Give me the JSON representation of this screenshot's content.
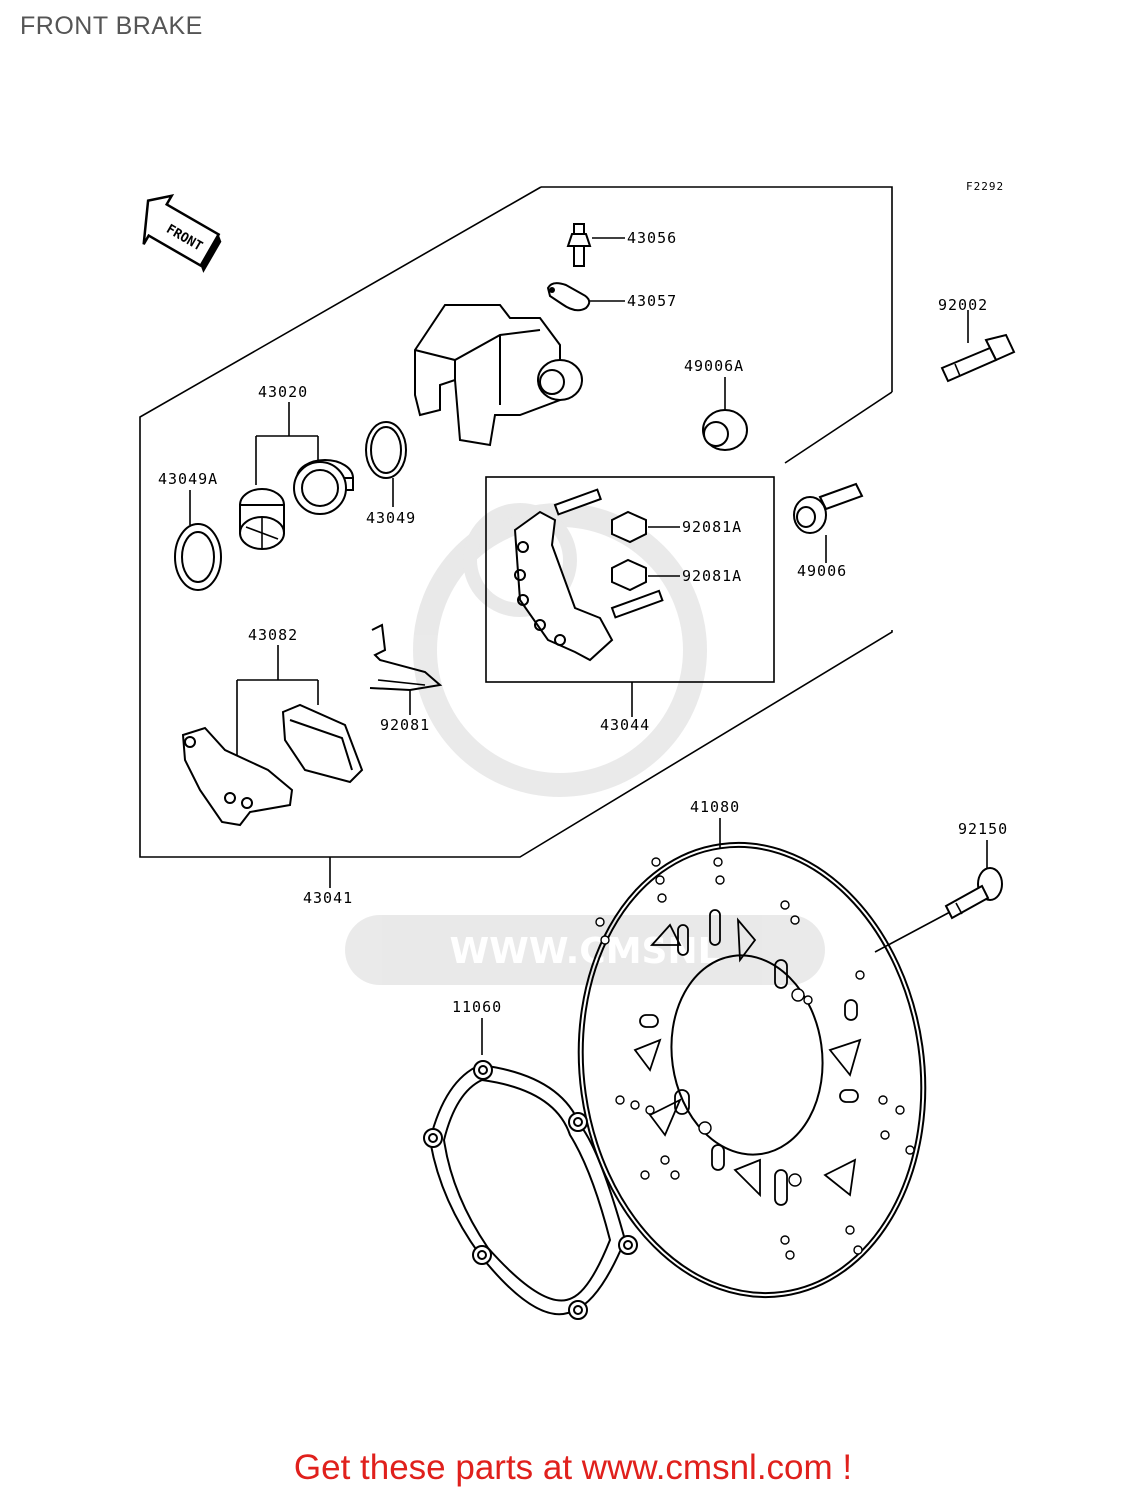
{
  "header": {
    "title": "FRONT BRAKE"
  },
  "diagram": {
    "figure_code": "F2292",
    "arrow_label": "FRONT",
    "parts": [
      "43056",
      "43057",
      "92002",
      "43020",
      "49006A",
      "43049A",
      "43049",
      "92081A",
      "92081A",
      "49006",
      "43082",
      "92081",
      "43044",
      "41080",
      "92150",
      "43041",
      "11060"
    ]
  },
  "watermark": {
    "text": "WWW.CMSNL"
  },
  "footer": {
    "cta": "Get these parts at www.cmsnl.com !"
  },
  "colors": {
    "cta": "#e0201c",
    "title": "#555555",
    "ink": "#000000"
  }
}
